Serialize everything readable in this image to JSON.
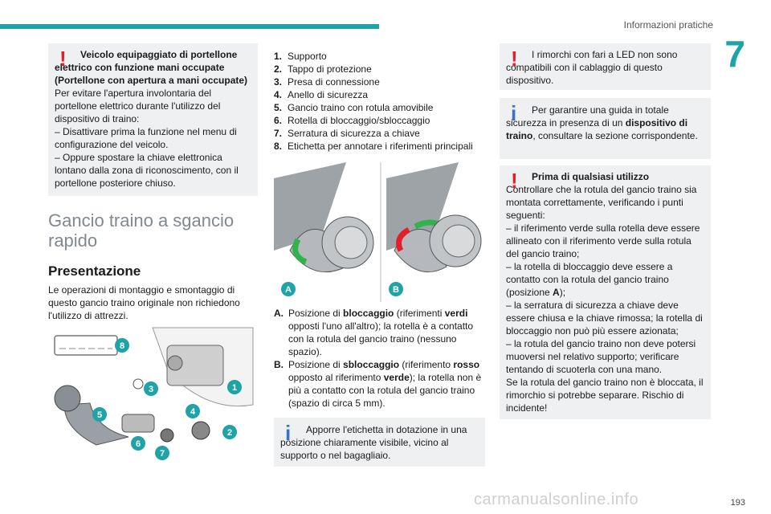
{
  "header": {
    "section": "Informazioni pratiche",
    "chapter": "7"
  },
  "warning1": {
    "title": "Veicolo equipaggiato di portellone elettrico con funzione mani occupate (Portellone con apertura a mani occupate)",
    "body": "Per evitare l'apertura involontaria del portellone elettrico durante l'utilizzo del dispositivo di traino:",
    "item1": "– Disattivare prima la funzione nel menu di configurazione del veicolo.",
    "item2": "– Oppure spostare la chiave elettronica lontano dalla zona di riconoscimento, con il portellone posteriore chiuso."
  },
  "section": {
    "title": "Gancio traino a sgancio rapido",
    "subtitle": "Presentazione",
    "text": "Le operazioni di montaggio e smontaggio di questo gancio traino originale non richiedono l'utilizzo di attrezzi."
  },
  "parts": [
    {
      "n": "1.",
      "label": "Supporto"
    },
    {
      "n": "2.",
      "label": "Tappo di protezione"
    },
    {
      "n": "3.",
      "label": "Presa di connessione"
    },
    {
      "n": "4.",
      "label": "Anello di sicurezza"
    },
    {
      "n": "5.",
      "label": "Gancio traino con rotula amovibile"
    },
    {
      "n": "6.",
      "label": "Rotella di bloccaggio/sbloccaggio"
    },
    {
      "n": "7.",
      "label": "Serratura di sicurezza a chiave"
    },
    {
      "n": "8.",
      "label": "Etichetta per annotare i riferimenti principali"
    }
  ],
  "figure1": {
    "callouts": [
      "8",
      "3",
      "1",
      "5",
      "4",
      "2",
      "6",
      "7"
    ]
  },
  "figure2": {
    "label_a": "A",
    "label_b": "B"
  },
  "positions": {
    "a_letter": "A.",
    "a_1": "Posizione di ",
    "a_2": "bloccaggio",
    "a_3": " (riferimenti ",
    "a_4": "verdi",
    "a_5": " opposti l'uno all'altro); la rotella è a contatto con la rotula del gancio traino (nessuno spazio).",
    "b_letter": "B.",
    "b_1": "Posizione di ",
    "b_2": "sbloccaggio",
    "b_3": " (riferimento ",
    "b_4": "rosso",
    "b_5": " opposto al riferimento ",
    "b_6": "verde",
    "b_7": "); la rotella non è più a contatto con la rotula del gancio traino (spazio di circa 5 mm)."
  },
  "info1": {
    "text": "Apporre l'etichetta in dotazione in una posizione chiaramente visibile, vicino al supporto o nel bagagliaio."
  },
  "warning2": {
    "text": "I rimorchi con fari a LED non sono compatibili con il cablaggio di questo dispositivo."
  },
  "info2": {
    "t1": "Per garantire una guida in totale sicurezza in presenza di un ",
    "t2": "dispositivo di traino",
    "t3": ", consultare la sezione corrispondente."
  },
  "warning3": {
    "title": "Prima di qualsiasi utilizzo",
    "p1": "Controllare che la rotula del gancio traino sia montata correttamente, verificando i punti seguenti:",
    "p2": "– il riferimento verde sulla rotella deve essere allineato con il riferimento verde sulla rotula del gancio traino;",
    "p3a": "– la rotella di bloccaggio deve essere a contatto con la rotula del gancio traino (posizione ",
    "p3b": "A",
    "p3c": ");",
    "p4": "– la serratura di sicurezza a chiave deve essere chiusa e la chiave rimossa; la rotella di bloccaggio non può più essere azionata;",
    "p5": "– la rotula del gancio traino non deve potersi muoversi nel relativo supporto; verificare tentando di scuoterla con una mano.",
    "p6": "Se la rotula del gancio traino non è bloccata, il rimorchio si potrebbe separare. Rischio di incidente!"
  },
  "footer": {
    "page": "193",
    "watermark": "carmanualsonline.info"
  },
  "colors": {
    "accent": "#1fa3a6",
    "warning": "#e2202b",
    "info": "#3b6fd1",
    "box": "#eff0f1"
  }
}
